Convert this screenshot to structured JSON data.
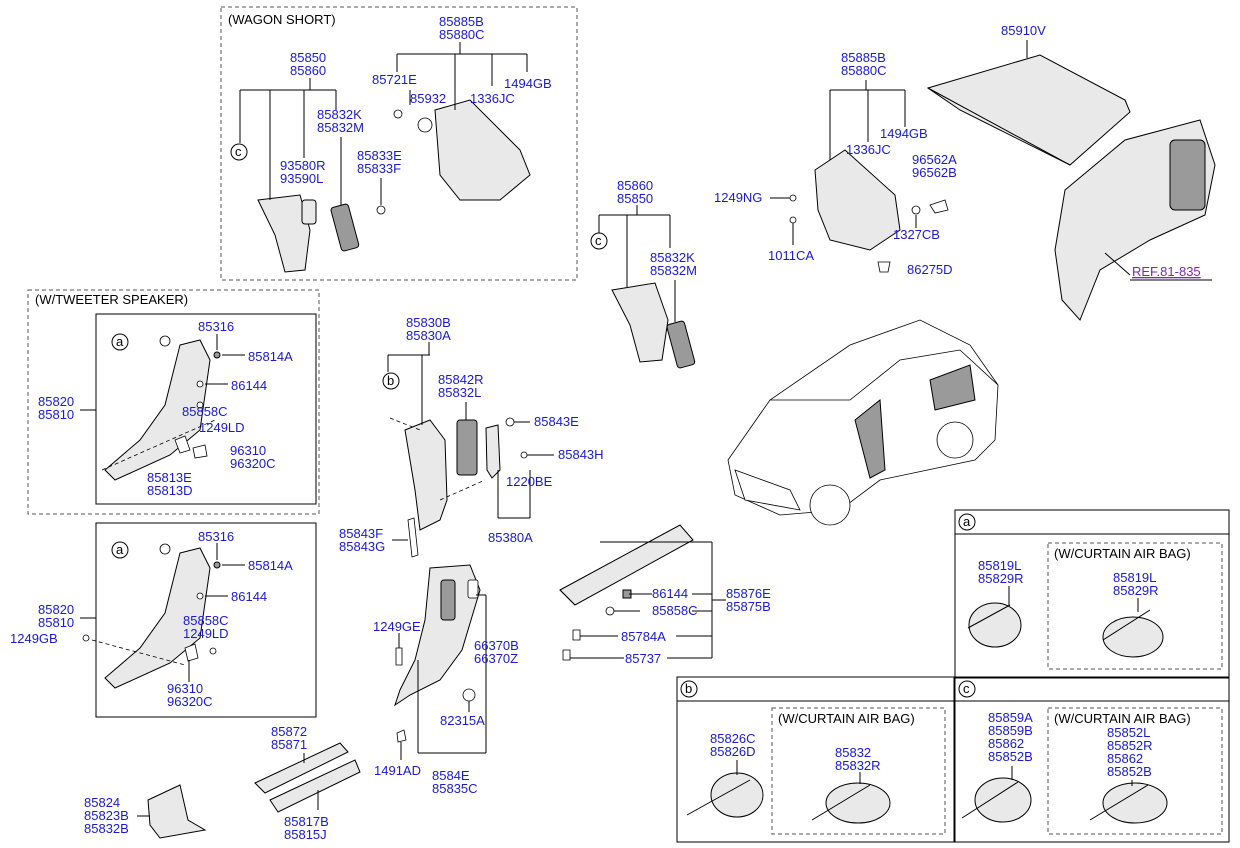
{
  "groups": {
    "wagon_short": "(WAGON SHORT)",
    "tweeter": "(W/TWEETER SPEAKER)",
    "curtain_a": "(W/CURTAIN AIR BAG)",
    "curtain_b": "(W/CURTAIN AIR BAG)",
    "curtain_c": "(W/CURTAIN AIR BAG)"
  },
  "callouts": {
    "a": "a",
    "b": "b",
    "c": "c"
  },
  "ref_label": "REF.81-835",
  "labels": [
    [
      "85885B",
      "85880C"
    ],
    [
      "85850",
      "85860"
    ],
    [
      "85721E"
    ],
    [
      "85932"
    ],
    [
      "1336JC"
    ],
    [
      "1494GB"
    ],
    [
      "85832K",
      "85832M"
    ],
    [
      "85833E",
      "85833F"
    ],
    [
      "93580R",
      "93590L"
    ],
    [
      "85860",
      "85850"
    ],
    [
      "85832K",
      "85832M"
    ],
    [
      "85885B",
      "85880C"
    ],
    [
      "1494GB"
    ],
    [
      "1336JC"
    ],
    [
      "96562A",
      "96562B"
    ],
    [
      "1249NG"
    ],
    [
      "1327CB"
    ],
    [
      "1011CA"
    ],
    [
      "86275D"
    ],
    [
      "85910V"
    ],
    [
      "85316"
    ],
    [
      "85814A"
    ],
    [
      "86144"
    ],
    [
      "85858C"
    ],
    [
      "1249LD"
    ],
    [
      "96310",
      "96320C"
    ],
    [
      "85813E",
      "85813D"
    ],
    [
      "85820",
      "85810"
    ],
    [
      "85316"
    ],
    [
      "85814A"
    ],
    [
      "86144"
    ],
    [
      "85858C",
      "1249LD"
    ],
    [
      "96310",
      "96320C"
    ],
    [
      "85820",
      "85810"
    ],
    [
      "1249GB"
    ],
    [
      "85830B",
      "85830A"
    ],
    [
      "85842R",
      "85832L"
    ],
    [
      "85843E"
    ],
    [
      "85843H"
    ],
    [
      "1220BE"
    ],
    [
      "85380A"
    ],
    [
      "85843F",
      "85843G"
    ],
    [
      "1249GE"
    ],
    [
      "66370B",
      "66370Z"
    ],
    [
      "82315A"
    ],
    [
      "1491AD"
    ],
    [
      "8584E",
      "85835C"
    ],
    [
      "86144"
    ],
    [
      "85858C"
    ],
    [
      "85876E",
      "85875B"
    ],
    [
      "85784A"
    ],
    [
      "85737"
    ],
    [
      "85872",
      "85871"
    ],
    [
      "85817B",
      "85815J"
    ],
    [
      "85824",
      "85823B",
      "85832B"
    ],
    [
      "85819L",
      "85829R"
    ],
    [
      "85819L",
      "85829R"
    ],
    [
      "85826C",
      "85826D"
    ],
    [
      "85832",
      "85832R"
    ],
    [
      "85859A",
      "85859B",
      "85862",
      "85852B"
    ],
    [
      "85852L",
      "85852R",
      "85862",
      "85852B"
    ]
  ]
}
